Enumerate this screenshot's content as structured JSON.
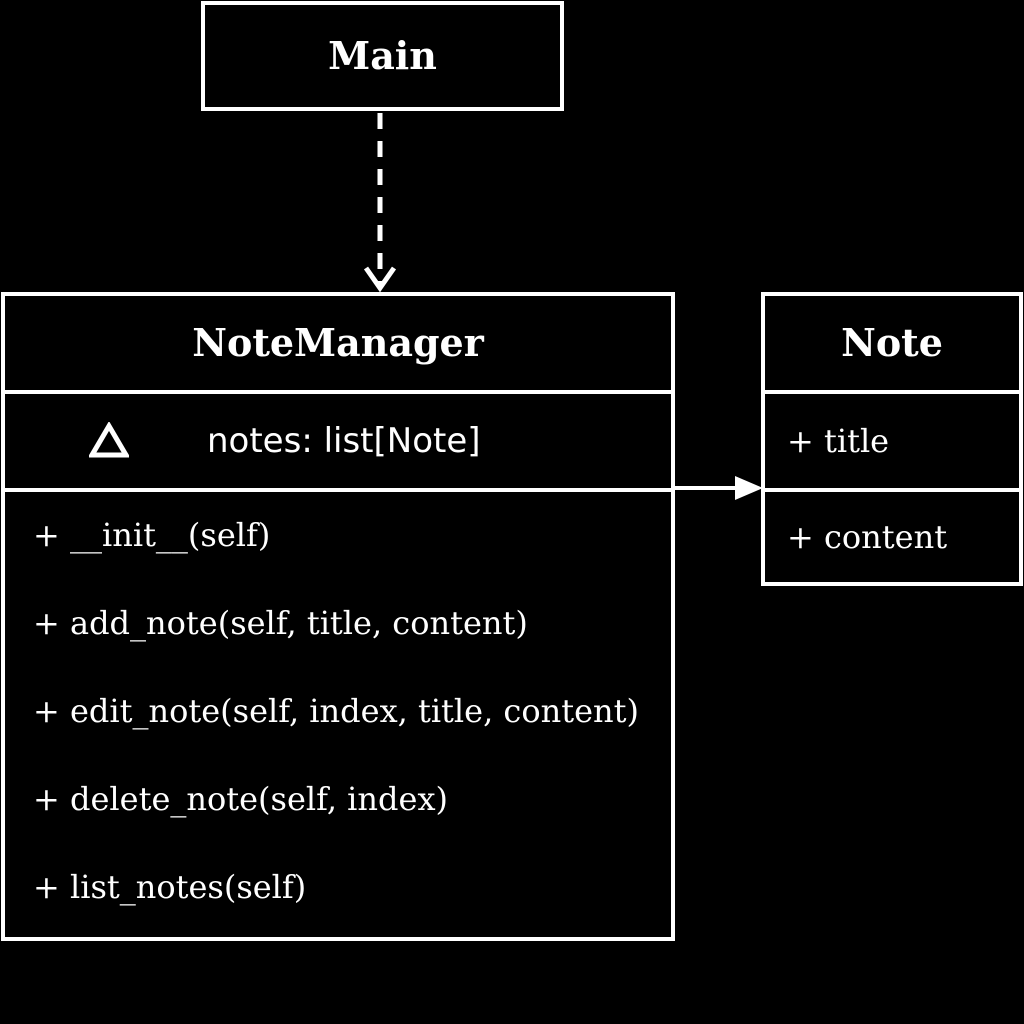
{
  "main": {
    "title": "Main"
  },
  "note_manager": {
    "title": "NoteManager",
    "attribute": "notes: list[Note]",
    "methods": [
      "+ __init__(self)",
      "+ add_note(self, title, content)",
      "+ edit_note(self, index, title, content)",
      "+ delete_note(self, index)",
      "+ list_notes(self)"
    ]
  },
  "note": {
    "title": "Note",
    "fields": [
      "+ title",
      "+ content"
    ]
  },
  "colors": {
    "background": "#000000",
    "foreground": "#ffffff"
  }
}
